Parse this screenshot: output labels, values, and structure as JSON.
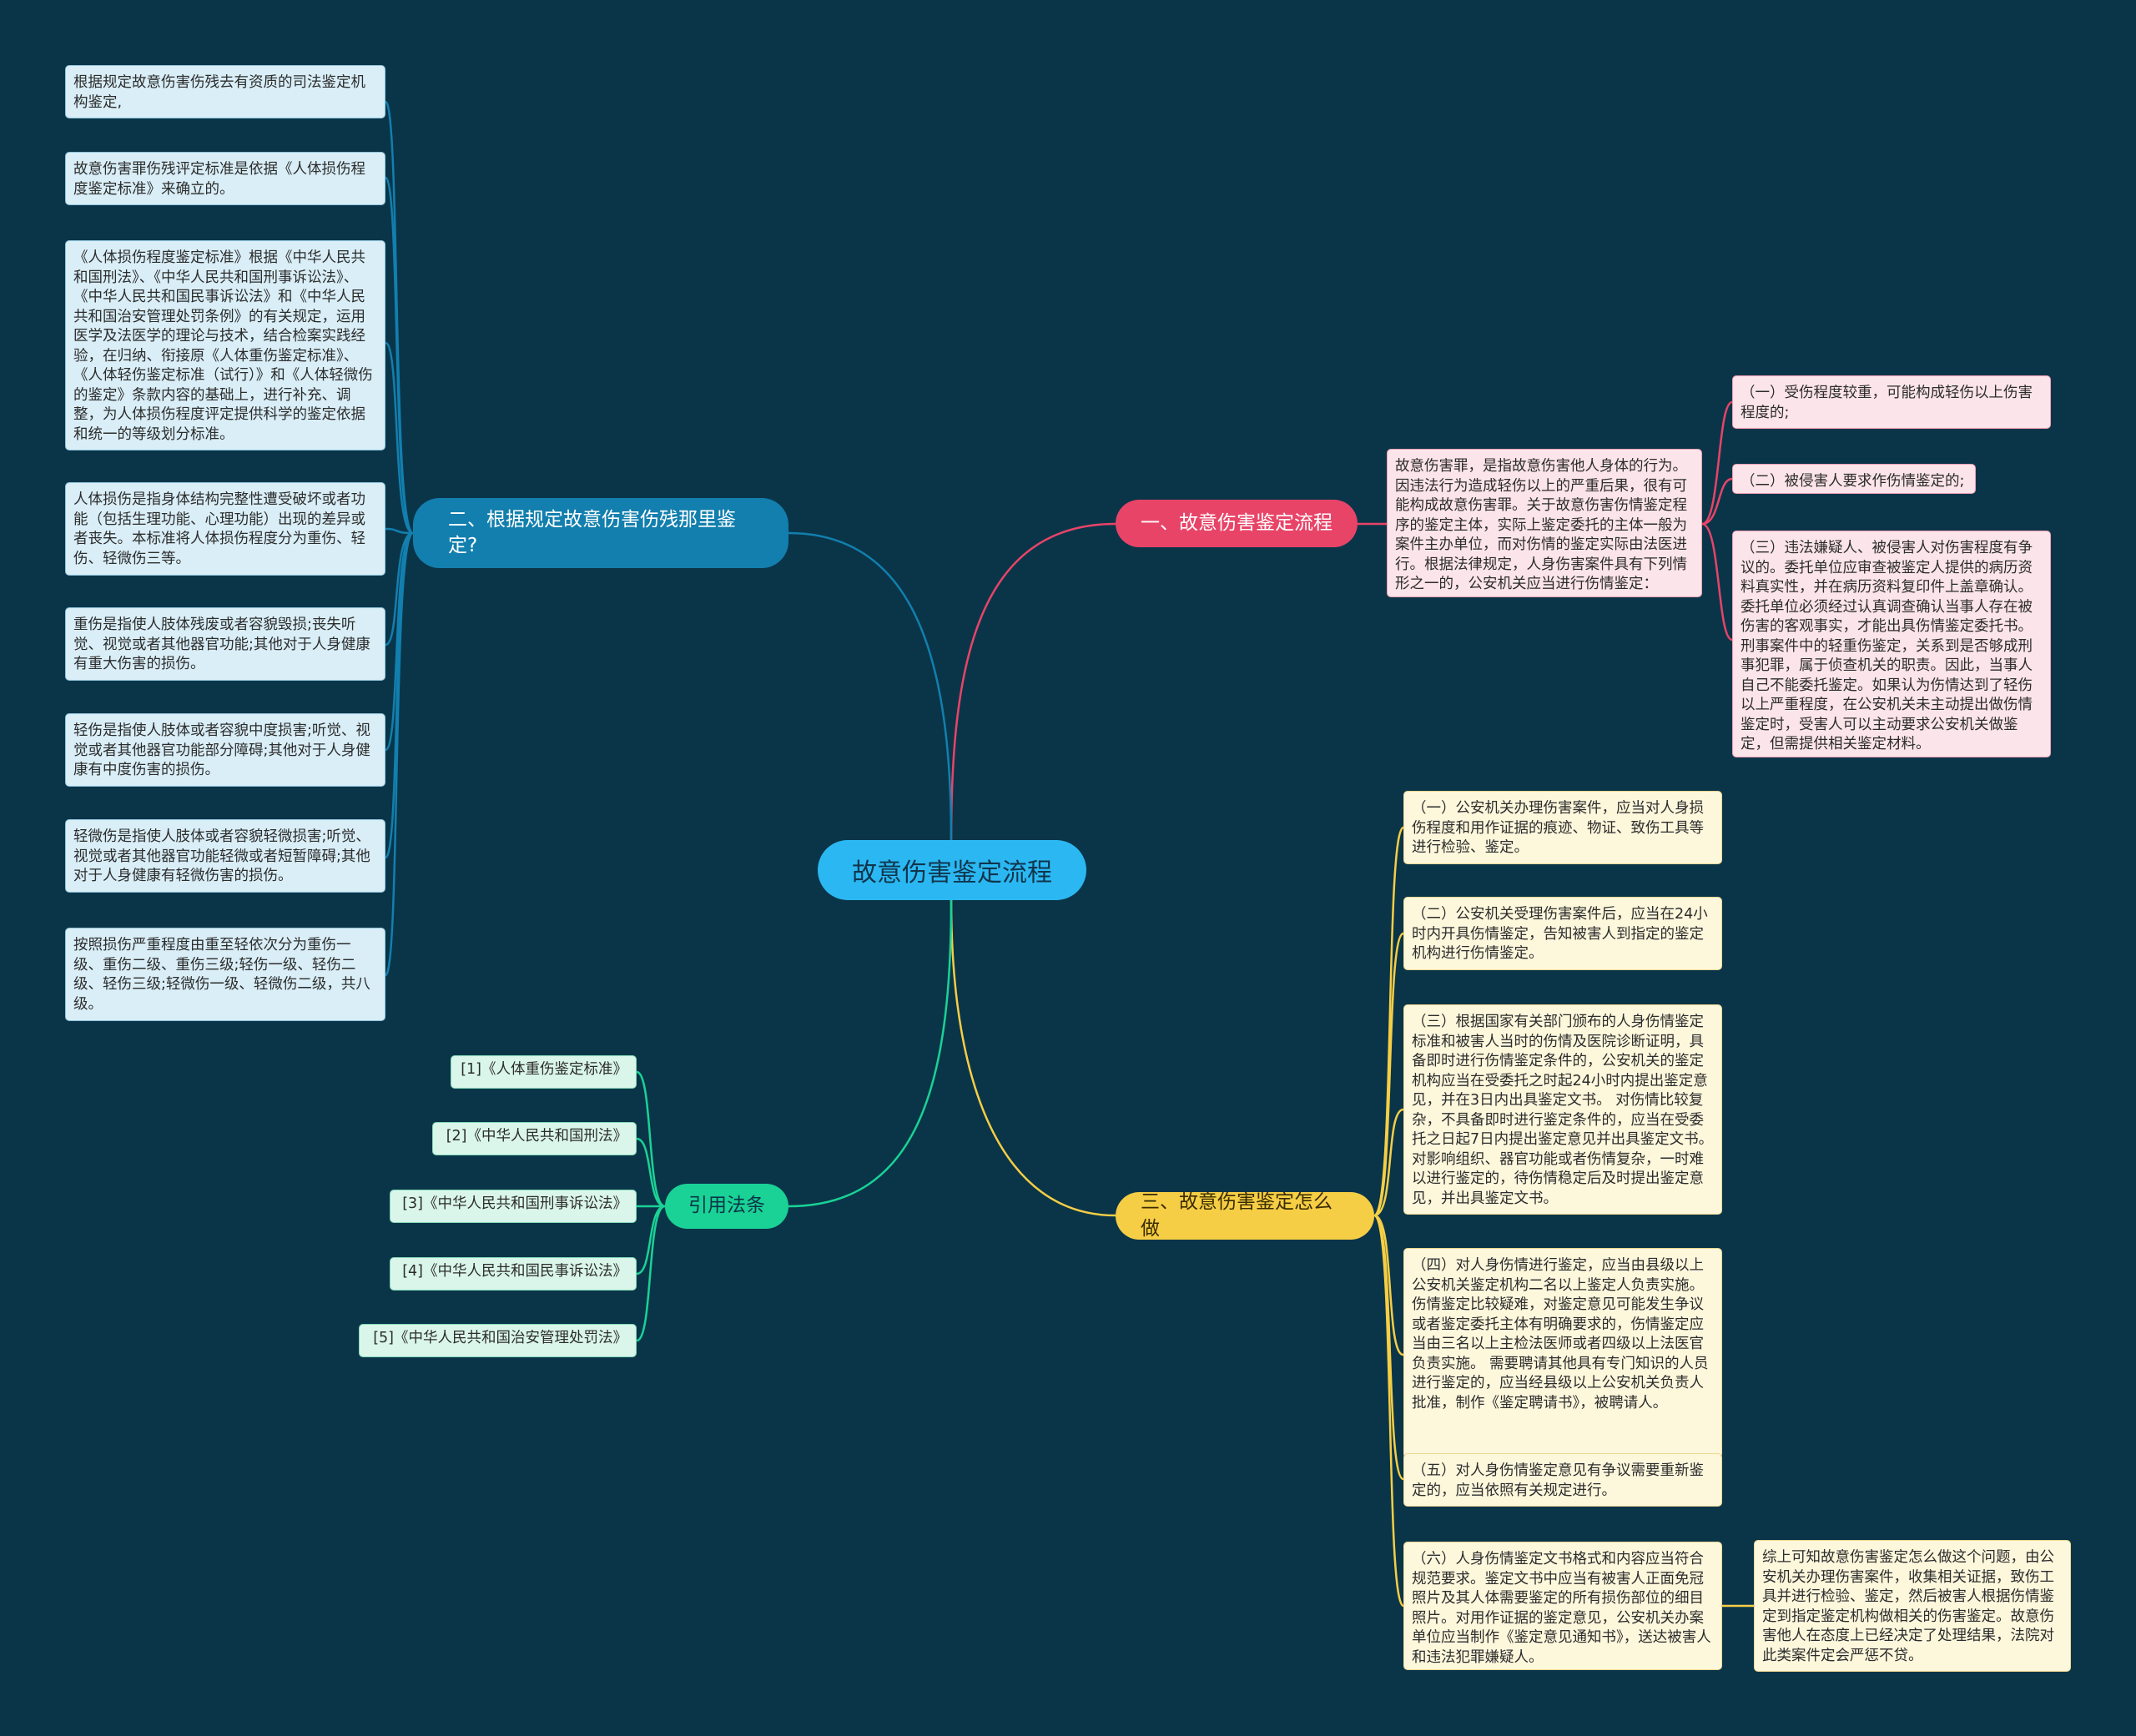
{
  "colors": {
    "background": "#0a3549",
    "center": "#2bb8f2",
    "branch_pink": "#e84468",
    "branch_blue": "#127fae",
    "branch_yellow": "#f6ce45",
    "branch_green": "#1ad295"
  },
  "center": {
    "label": "故意伤害鉴定流程"
  },
  "branch_1": {
    "label": "一、故意伤害鉴定流程",
    "summary": "故意伤害罪，是指故意伤害他人身体的行为。因违法行为造成轻伤以上的严重后果，很有可能构成故意伤害罪。关于故意伤害伤情鉴定程序的鉴定主体，实际上鉴定委托的主体一般为案件主办单位，而对伤情的鉴定实际由法医进行。根据法律规定，人身伤害案件具有下列情形之一的，公安机关应当进行伤情鉴定：",
    "items": [
      "（一）受伤程度较重，可能构成轻伤以上伤害程度的;",
      "（二）被侵害人要求作伤情鉴定的;",
      "（三）违法嫌疑人、被侵害人对伤害程度有争议的。委托单位应审查被鉴定人提供的病历资料真实性，并在病历资料复印件上盖章确认。委托单位必须经过认真调查确认当事人存在被伤害的客观事实，才能出具伤情鉴定委托书。刑事案件中的轻重伤鉴定，关系到是否够成刑事犯罪，属于侦查机关的职责。因此，当事人自己不能委托鉴定。如果认为伤情达到了轻伤以上严重程度，在公安机关未主动提出做伤情鉴定时，受害人可以主动要求公安机关做鉴定，但需提供相关鉴定材料。"
    ]
  },
  "branch_2": {
    "label": "二、根据规定故意伤害伤残那里鉴定?",
    "items": [
      "根据规定故意伤害伤残去有资质的司法鉴定机构鉴定,",
      "故意伤害罪伤残评定标准是依据《人体损伤程度鉴定标准》来确立的。",
      "《人体损伤程度鉴定标准》根据《中华人民共和国刑法》、《中华人民共和国刑事诉讼法》、《中华人民共和国民事诉讼法》和《中华人民共和国治安管理处罚条例》的有关规定，运用医学及法医学的理论与技术，结合检案实践经验，在归纳、衔接原《人体重伤鉴定标准》、《人体轻伤鉴定标准（试行）》和《人体轻微伤的鉴定》条款内容的基础上，进行补充、调整，为人体损伤程度评定提供科学的鉴定依据和统一的等级划分标准。",
      "人体损伤是指身体结构完整性遭受破坏或者功能（包括生理功能、心理功能）出现的差异或者丧失。本标准将人体损伤程度分为重伤、轻伤、轻微伤三等。",
      "重伤是指使人肢体残废或者容貌毁损;丧失听觉、视觉或者其他器官功能;其他对于人身健康有重大伤害的损伤。",
      "轻伤是指使人肢体或者容貌中度损害;听觉、视觉或者其他器官功能部分障碍;其他对于人身健康有中度伤害的损伤。",
      "轻微伤是指使人肢体或者容貌轻微损害;听觉、视觉或者其他器官功能轻微或者短暂障碍;其他对于人身健康有轻微伤害的损伤。",
      "按照损伤严重程度由重至轻依次分为重伤一级、重伤二级、重伤三级;轻伤一级、轻伤二级、轻伤三级;轻微伤一级、轻微伤二级，共八级。"
    ]
  },
  "branch_3": {
    "label": "三、故意伤害鉴定怎么做",
    "items": [
      "（一）公安机关办理伤害案件，应当对人身损伤程度和用作证据的痕迹、物证、致伤工具等进行检验、鉴定。",
      "（二）公安机关受理伤害案件后，应当在24小时内开具伤情鉴定，告知被害人到指定的鉴定机构进行伤情鉴定。",
      "（三）根据国家有关部门颁布的人身伤情鉴定标准和被害人当时的伤情及医院诊断证明，具备即时进行伤情鉴定条件的，公安机关的鉴定机构应当在受委托之时起24小时内提出鉴定意见，并在3日内出具鉴定文书。 对伤情比较复杂，不具备即时进行鉴定条件的，应当在受委托之日起7日内提出鉴定意见并出具鉴定文书。 对影响组织、器官功能或者伤情复杂，一时难以进行鉴定的，待伤情稳定后及时提出鉴定意见，并出具鉴定文书。",
      "（四）对人身伤情进行鉴定，应当由县级以上公安机关鉴定机构二名以上鉴定人负责实施。 伤情鉴定比较疑难，对鉴定意见可能发生争议或者鉴定委托主体有明确要求的，伤情鉴定应当由三名以上主检法医师或者四级以上法医官负责实施。 需要聘请其他具有专门知识的人员进行鉴定的，应当经县级以上公安机关负责人批准，制作《鉴定聘请书》，被聘请人。",
      "（五）对人身伤情鉴定意见有争议需要重新鉴定的，应当依照有关规定进行。",
      "（六）人身伤情鉴定文书格式和内容应当符合规范要求。鉴定文书中应当有被害人正面免冠照片及其人体需要鉴定的所有损伤部位的细目照片。对用作证据的鉴定意见，公安机关办案单位应当制作《鉴定意见通知书》，送达被害人和违法犯罪嫌疑人。"
    ],
    "conclusion": "综上可知故意伤害鉴定怎么做这个问题，由公安机关办理伤害案件，收集相关证据，致伤工具并进行检验、鉴定，然后被害人根据伤情鉴定到指定鉴定机构做相关的伤害鉴定。故意伤害他人在态度上已经决定了处理结果，法院对此类案件定会严惩不贷。"
  },
  "branch_4": {
    "label": "引用法条",
    "items": [
      "[1]《人体重伤鉴定标准》",
      "[2]《中华人民共和国刑法》",
      "[3]《中华人民共和国刑事诉讼法》",
      "[4]《中华人民共和国民事诉讼法》",
      "[5]《中华人民共和国治安管理处罚法》"
    ]
  }
}
